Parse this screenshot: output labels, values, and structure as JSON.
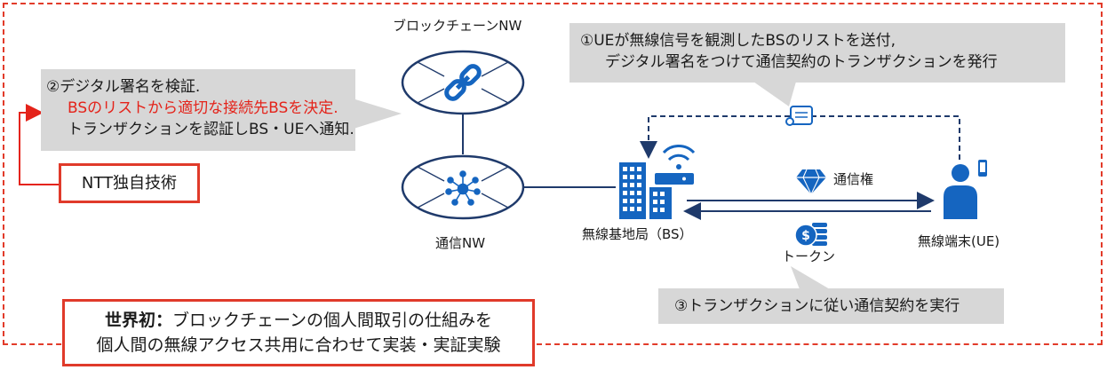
{
  "labels": {
    "blockchain_nw": "ブロックチェーンNW",
    "comm_nw": "通信NW",
    "base_station": "無線基地局（BS）",
    "terminal": "無線端末(UE)",
    "right_label": "通信権",
    "token": "トークン"
  },
  "callout_top_right": {
    "line1": "①UEが無線信号を観測したBSのリストを送付,",
    "line2": "デジタル署名をつけて通信契約のトランザクションを発行"
  },
  "callout_left": {
    "line1": "②デジタル署名を検証.",
    "line2": "BSのリストから適切な接続先BSを決定.",
    "line3": "トランザクションを認証しBS・UEへ通知."
  },
  "ntt_box": "NTT独自技術",
  "callout_bottom": "③トランザクションに従い通信契約を実行",
  "world_first": {
    "bold": "世界初：",
    "line1": "ブロックチェーンの個人間取引の仕組みを",
    "line2": "個人間の無線アクセス共用に合わせて実装・実証実験"
  },
  "colors": {
    "accent_blue": "#1565c0",
    "nav_dark": "#1f3a6b",
    "red": "#e4231a",
    "callout_gray": "#d7d7d7"
  }
}
